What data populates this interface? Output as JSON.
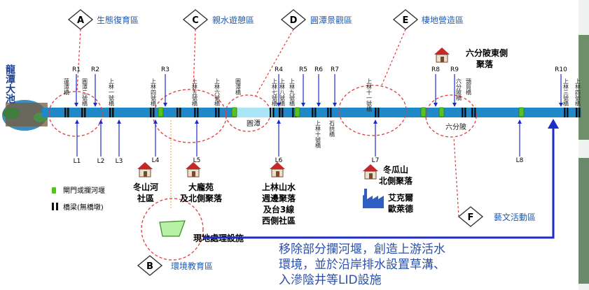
{
  "zones": [
    {
      "letter": "A",
      "name": "生態復育區"
    },
    {
      "letter": "C",
      "name": "親水遊憩區"
    },
    {
      "letter": "D",
      "name": "圓潭景觀區"
    },
    {
      "letter": "E",
      "name": "棲地營造區"
    },
    {
      "letter": "F",
      "name": "藝文活動區"
    },
    {
      "letter": "B",
      "name": "環境教育區"
    }
  ],
  "lake_label": "龍潭大池",
  "pond_label": "圓潭",
  "junction_label": "六分陂",
  "r_points": [
    "R1",
    "R2",
    "R3",
    "R4",
    "R5",
    "R6",
    "R7",
    "R8",
    "R9",
    "R10"
  ],
  "l_points": [
    "L1",
    "L2",
    "L3",
    "L4",
    "L5",
    "L6",
    "L7",
    "L8"
  ],
  "bridges": [
    "蓮潭橋",
    "圓潭二號橋",
    "上林一號橋",
    "上林四號橋",
    "上林五號橋",
    "上林六號橋",
    "圓潭橋",
    "上林七號橋",
    "上林八號橋",
    "上林九號橋",
    "上林十號橋",
    "石拱橋",
    "上林十一號橋",
    "六分陂橋",
    "頭貿橋",
    "上林三號橋",
    "上林四號橋"
  ],
  "communities": [
    {
      "name": "冬山河\n社區"
    },
    {
      "name": "大龐苑\n及北側聚落"
    },
    {
      "name": "上林山水\n週邊聚落\n及台3線\n西側社區"
    },
    {
      "name": "冬瓜山\n北側聚落"
    },
    {
      "name": "六分陂東側\n聚落"
    }
  ],
  "factory_label": "艾克爾\n歐萊德",
  "facility_label": "現地處理設施",
  "legend": [
    {
      "label": "閘門或攔河堰",
      "icon": "gate-icon"
    },
    {
      "label": "橋梁(無橋墩)",
      "icon": "bridge-icon"
    }
  ],
  "note": "移除部分攔河堰，創造上游活水\n環境，並於沿岸排水設置草溝、\n入滲陰井等LID設施",
  "colors": {
    "river": "#1e88c8",
    "zone_text": "#1f5bb5",
    "note_text": "#2b4fa8",
    "gate": "#56c21e",
    "arrow": "#1c2ec9",
    "callout": "#e23b3b"
  }
}
